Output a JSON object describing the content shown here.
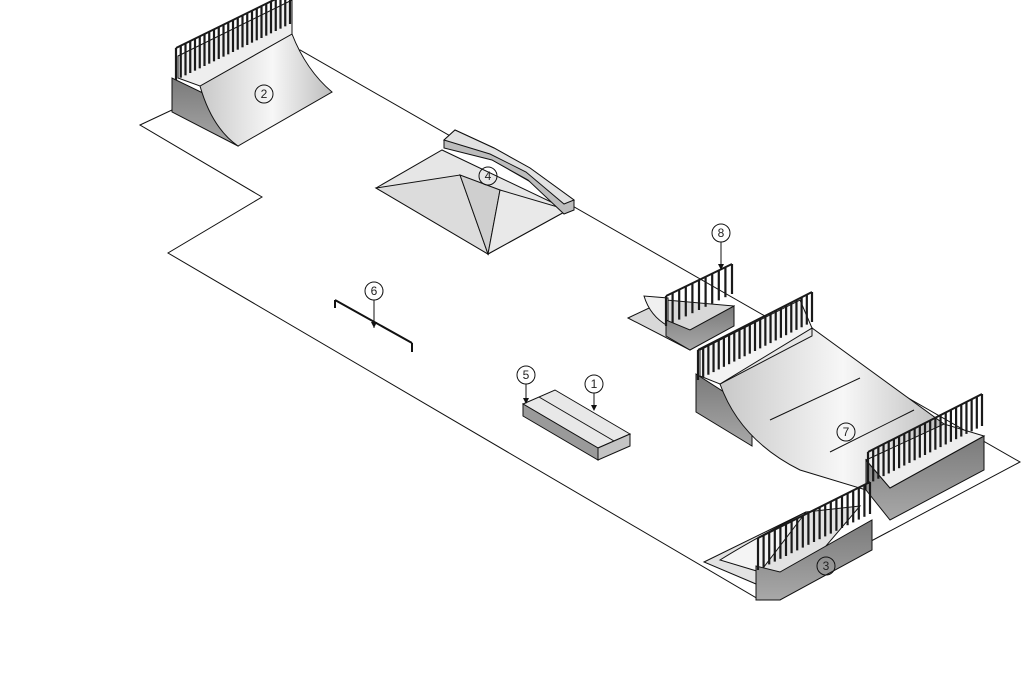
{
  "diagram": {
    "callouts": [
      {
        "id": "1",
        "label": "1"
      },
      {
        "id": "2",
        "label": "2"
      },
      {
        "id": "3",
        "label": "3"
      },
      {
        "id": "4",
        "label": "4"
      },
      {
        "id": "5",
        "label": "5"
      },
      {
        "id": "6",
        "label": "6"
      },
      {
        "id": "7",
        "label": "7"
      },
      {
        "id": "8",
        "label": "8"
      }
    ]
  },
  "colors": {
    "line": "#111111",
    "surface_light": "#f2f2f2",
    "surface_mid": "#d9d9d9",
    "surface_dark": "#9e9e9e",
    "rail": "#1a1a1a"
  }
}
